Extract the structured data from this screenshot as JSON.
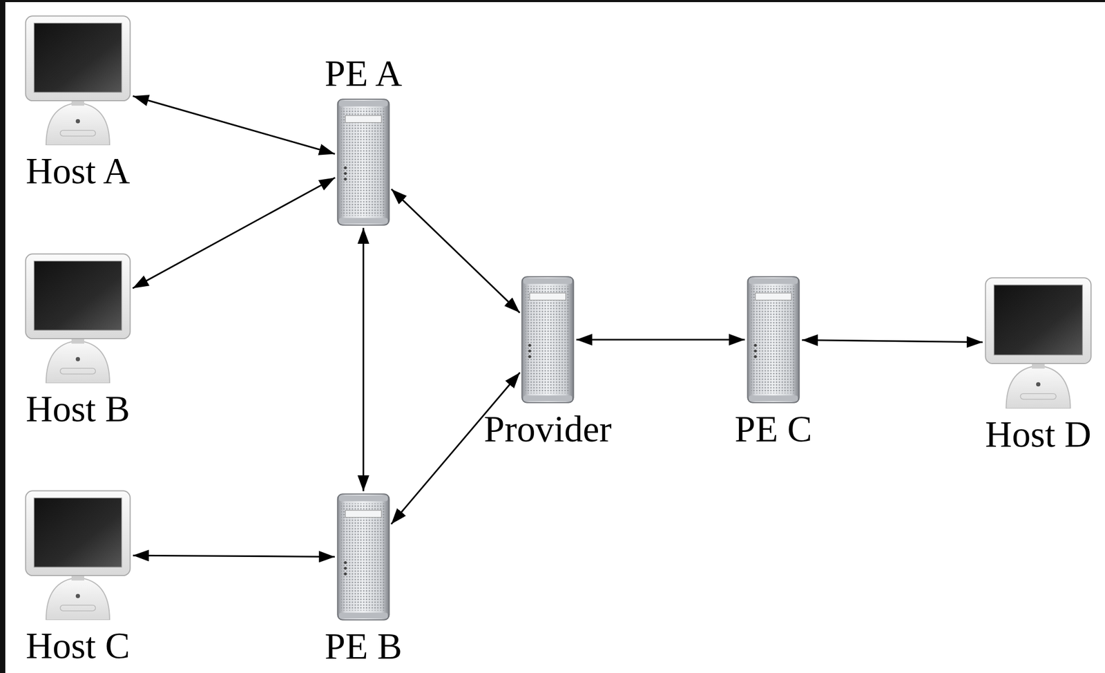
{
  "diagram": {
    "nodes": [
      {
        "text": [
          "PE A"
        ]
      },
      {
        "text": [
          "Host A"
        ]
      },
      {
        "text": [
          "Host B"
        ]
      },
      {
        "text": [
          "Provider"
        ]
      },
      {
        "text": [
          "PE C"
        ]
      },
      {
        "text": [
          "Host D"
        ]
      },
      {
        "text": [
          "Host C"
        ]
      },
      {
        "text": [
          "PE B"
        ]
      }
    ],
    "edges": [
      {
        "from": 1,
        "to": 0,
        "arrow": "both"
      },
      {
        "from": 2,
        "to": 0,
        "arrow": "both"
      },
      {
        "from": 0,
        "to": 7,
        "arrow": "both"
      },
      {
        "from": 0,
        "to": 3,
        "arrow": "both"
      },
      {
        "from": 7,
        "to": 3,
        "arrow": "both"
      },
      {
        "from": 6,
        "to": 7,
        "arrow": "both"
      },
      {
        "from": 3,
        "to": 4,
        "arrow": "both"
      },
      {
        "from": 4,
        "to": 5,
        "arrow": "both"
      }
    ]
  }
}
